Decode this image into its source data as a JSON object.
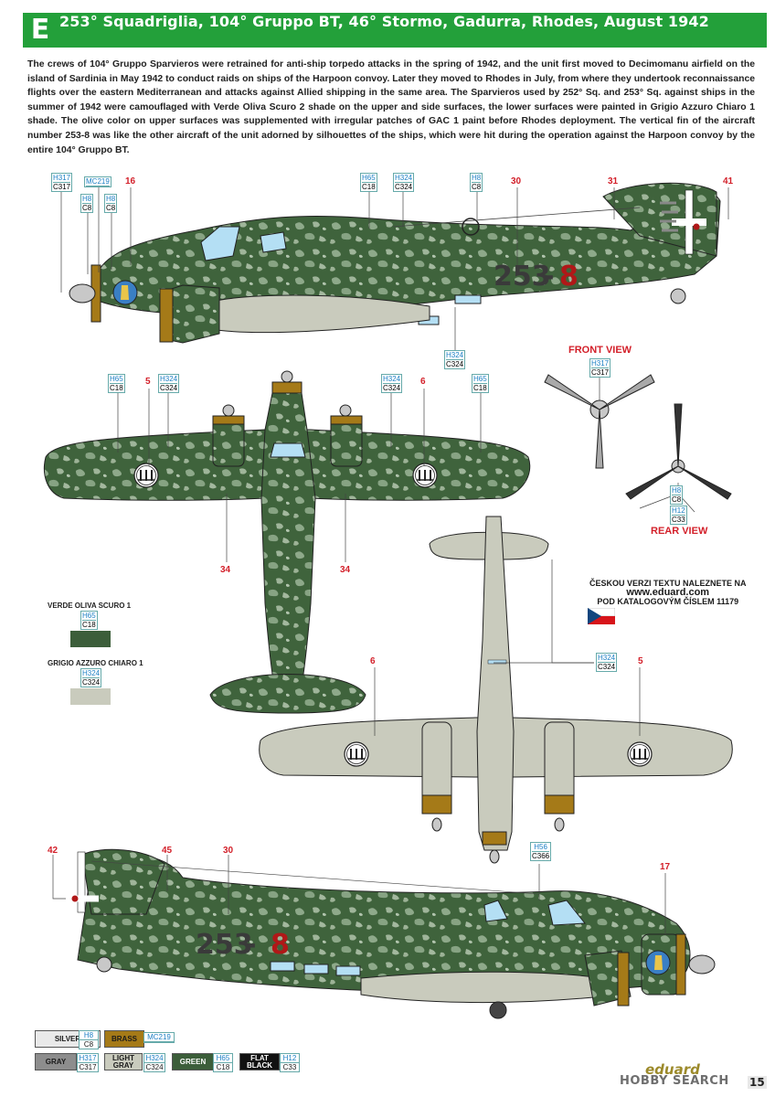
{
  "header": {
    "letter": "E",
    "title": "253° Squadriglia, 104° Gruppo BT, 46° Stormo, Gadurra, Rhodes, August 1942"
  },
  "description": "The crews of 104° Gruppo Sparvieros were retrained for anti-ship torpedo attacks in the spring of 1942, and the unit first moved to Decimomanu airfield on the island of Sardinia in May 1942 to conduct raids on ships of the Harpoon convoy. Later they moved to Rhodes in July, from where they undertook reconnaissance flights over the eastern Mediterranean and attacks against Allied shipping in the same area. The Sparvieros used by 252° Sq. and 253° Sq. against ships in the summer of 1942 were camouflaged with Verde Oliva Scuro 2 shade on the upper and side surfaces, the lower surfaces were painted in Grigio Azzuro Chiaro 1 shade. The olive color on upper surfaces was supplemented with irregular patches of GAC 1 paint before Rhodes deployment. The vertical fin of the aircraft number 253-8 was like the other aircraft of the unit adorned by silhouettes of the ships, which were hit during the operation against the Harpoon convoy by the entire 104° Gruppo BT.",
  "aircraft_code": "253-8",
  "views": {
    "front": "FRONT VIEW",
    "rear": "REAR VIEW"
  },
  "callouts_top": {
    "c1": {
      "h": "H317",
      "c": "C317"
    },
    "c2": {
      "mc": "MC219"
    },
    "c3": {
      "h": "H8",
      "c": "C8"
    },
    "c4": {
      "h": "H8",
      "c": "C8"
    },
    "c5": {
      "h": "H65",
      "c": "C18"
    },
    "c6": {
      "h": "H324",
      "c": "C324"
    },
    "c7": {
      "h": "H8",
      "c": "C8"
    },
    "c8": {
      "h": "H324",
      "c": "C324"
    },
    "n16": "16",
    "n30": "30",
    "n31": "31",
    "n41": "41"
  },
  "callouts_plan": {
    "c1": {
      "h": "H65",
      "c": "C18"
    },
    "c2": {
      "h": "H324",
      "c": "C324"
    },
    "c3": {
      "h": "H324",
      "c": "C324"
    },
    "c4": {
      "h": "H65",
      "c": "C18"
    },
    "n5": "5",
    "n6": "6",
    "n34a": "34",
    "n34b": "34"
  },
  "callouts_prop": {
    "front": {
      "h": "H317",
      "c": "C317"
    },
    "rear1": {
      "h": "H8",
      "c": "C8"
    },
    "rear2": {
      "h": "H12",
      "c": "C33"
    }
  },
  "callouts_lower": {
    "c1": {
      "h": "H324",
      "c": "C324"
    },
    "n6": "6",
    "n5": "5"
  },
  "callouts_bottom": {
    "c1": {
      "h": "H56",
      "c": "C366"
    },
    "n42": "42",
    "n45": "45",
    "n30": "30",
    "n17": "17"
  },
  "czech_note": {
    "line1": "ČESKOU VERZI TEXTU NALEZNETE NA",
    "url": "www.eduard.com",
    "line2": "POD KATALOGOVÝM ČÍSLEM 11179"
  },
  "swatches": [
    {
      "name": "VERDE OLIVA SCURO 1",
      "h": "H65",
      "c": "C18",
      "color": "#3c5e3a"
    },
    {
      "name": "GRIGIO AZZURO CHIARO 1",
      "h": "H324",
      "c": "C324",
      "color": "#c9cbbd"
    }
  ],
  "legend": {
    "silver": {
      "label": "SILVER",
      "h": "H8",
      "c": "C8"
    },
    "brass": {
      "label": "BRASS",
      "mc": "MC219"
    },
    "gray": {
      "label": "GRAY",
      "h": "H317",
      "c": "C317"
    },
    "lightgray": {
      "l1": "LIGHT",
      "l2": "GRAY",
      "h": "H324",
      "c": "C324"
    },
    "green": {
      "label": "GREEN",
      "h": "H65",
      "c": "C18"
    },
    "flatblack": {
      "l1": "FLAT",
      "l2": "BLACK",
      "h": "H12",
      "c": "C33"
    }
  },
  "colors": {
    "header": "#23a03a",
    "green": "#3c5e3a",
    "grey": "#c9cbbd",
    "brass": "#a57a18",
    "red_code": "#b01818",
    "fuselage_code": "#3a3a3a"
  },
  "footer": {
    "brand": "eduard",
    "watermark": "HOBBY SEARCH",
    "page": "15"
  }
}
